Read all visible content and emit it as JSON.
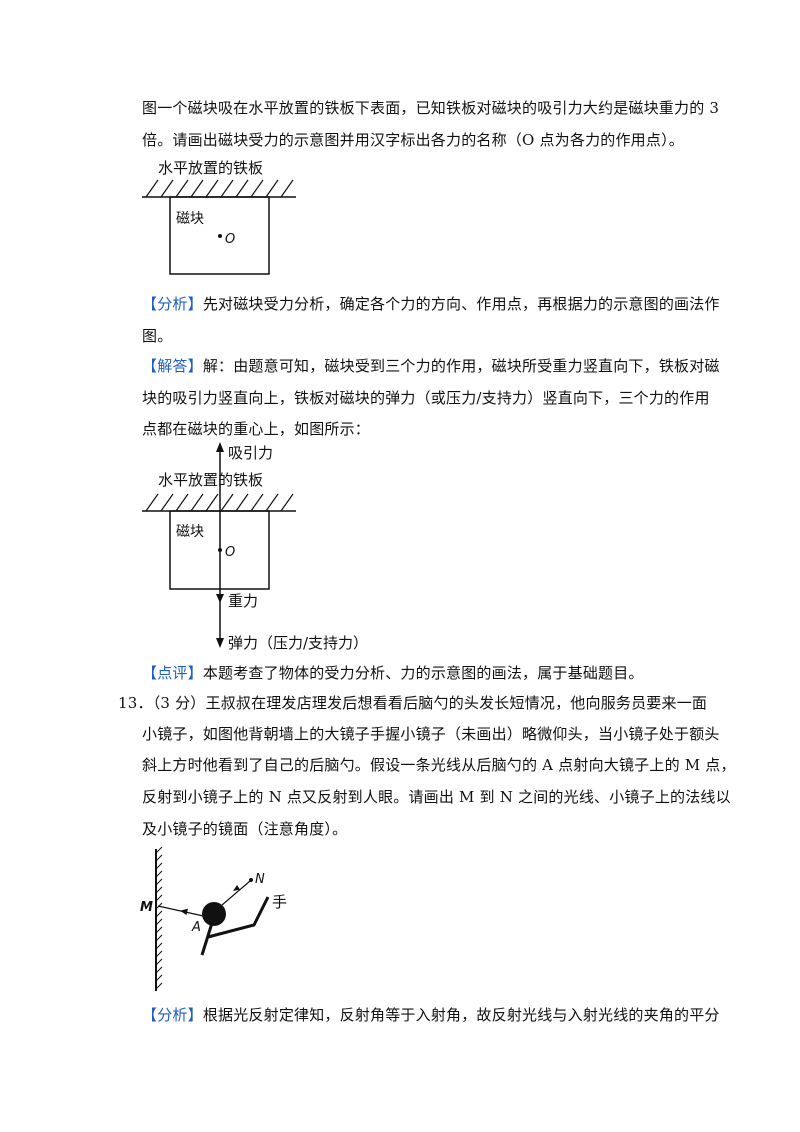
{
  "intro": {
    "line1": "图一个磁块吸在水平放置的铁板下表面，已知铁板对磁块的吸引力大约是磁块重力的 3",
    "line2": "倍。请画出磁块受力的示意图并用汉字标出各力的名称（O 点为各力的作用点）。"
  },
  "figure1": {
    "plate_label": "水平放置的铁板",
    "block_label": "磁块",
    "point_label": "O"
  },
  "analysis1": {
    "tag": "【分析】",
    "line1": "先对磁块受力分析，确定各个力的方向、作用点，再根据力的示意图的画法作",
    "line2": "图。"
  },
  "answer1": {
    "tag": "【解答】",
    "line1": "解：由题意可知，磁块受到三个力的作用，磁块所受重力竖直向下，铁板对磁",
    "line2": "块的吸引力竖直向上，铁板对磁块的弹力（或压力/支持力）竖直向下，三个力的作用",
    "line3": "点都在磁块的重心上，如图所示："
  },
  "figure2": {
    "attract_label": "吸引力",
    "plate_label": "水平放置的铁板",
    "block_label": "磁块",
    "point_label": "O",
    "gravity_label": "重力",
    "elastic_label": "弹力（压力/支持力）"
  },
  "comment1": {
    "tag": "【点评】",
    "text": "本题考查了物体的受力分析、力的示意图的画法，属于基础题目。"
  },
  "q13": {
    "number": "13．",
    "line1": "（3 分）王叔叔在理发店理发后想看看后脑勺的头发长短情况，他向服务员要来一面",
    "line2": "小镜子，如图他背朝墙上的大镜子手握小镜子（未画出）略微仰头，当小镜子处于额头",
    "line3": "斜上方时他看到了自己的后脑勺。假设一条光线从后脑勺的 A 点射向大镜子上的 M 点，",
    "line4": "反射到小镜子上的 N 点又反射到人眼。请画出 M 到 N 之间的光线、小镜子上的法线以",
    "line5": "及小镜子的镜面（注意角度）。"
  },
  "figure3": {
    "m_label": "M",
    "a_label": "A",
    "n_label": "N",
    "hand_label": "手"
  },
  "analysis2": {
    "tag": "【分析】",
    "text": "根据光反射定律知，反射角等于入射角，故反射光线与入射光线的夹角的平分"
  }
}
